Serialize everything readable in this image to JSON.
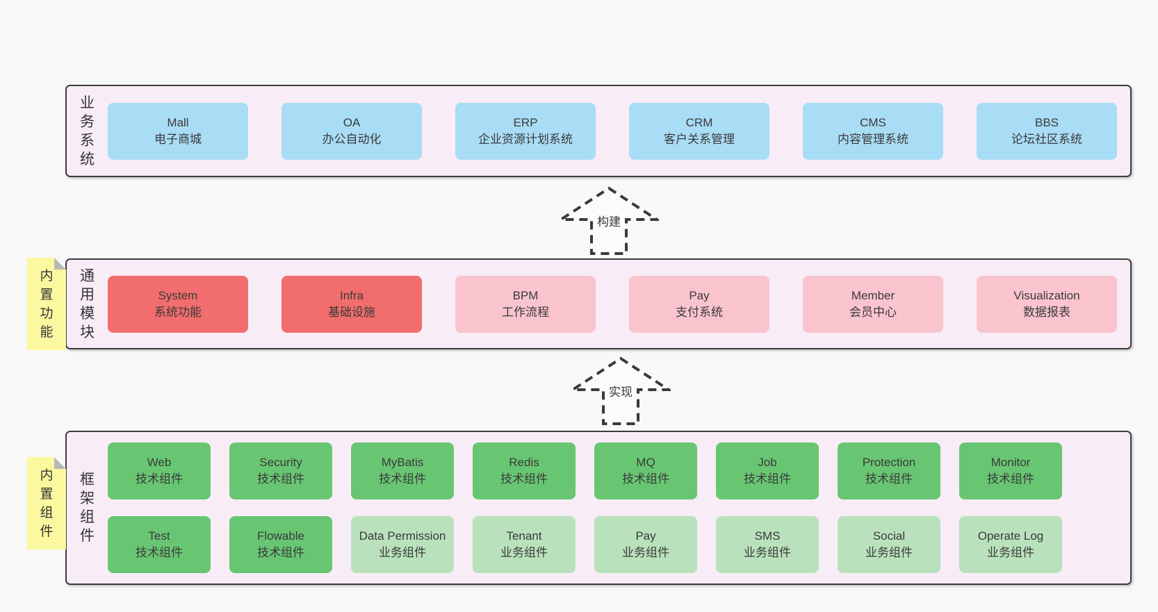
{
  "colors": {
    "page_bg": "#f8f8f8",
    "panel_bg": "#f8edf6",
    "panel_border": "#3c3c3c",
    "box_blue": "#a9dcf5",
    "box_red": "#f26d6d",
    "box_pink": "#f9c4cd",
    "box_green": "#68c673",
    "box_green_light": "#b9e2bc",
    "sticky_yellow": "#fbf8a0",
    "text": "#3a3a3a"
  },
  "arrows": [
    {
      "label": "构建"
    },
    {
      "label": "实现"
    }
  ],
  "layers": [
    {
      "label": "业务系统",
      "boxes": [
        {
          "title": "Mall",
          "subtitle": "电子商城"
        },
        {
          "title": "OA",
          "subtitle": "办公自动化"
        },
        {
          "title": "ERP",
          "subtitle": "企业资源计划系统"
        },
        {
          "title": "CRM",
          "subtitle": "客户关系管理"
        },
        {
          "title": "CMS",
          "subtitle": "内容管理系统"
        },
        {
          "title": "BBS",
          "subtitle": "论坛社区系统"
        }
      ]
    },
    {
      "label": "通用模块",
      "sticky": "内置功能",
      "boxes": [
        {
          "title": "System",
          "subtitle": "系统功能"
        },
        {
          "title": "Infra",
          "subtitle": "基础设施"
        },
        {
          "title": "BPM",
          "subtitle": "工作流程"
        },
        {
          "title": "Pay",
          "subtitle": "支付系统"
        },
        {
          "title": "Member",
          "subtitle": "会员中心"
        },
        {
          "title": "Visualization",
          "subtitle": "数据报表"
        }
      ]
    },
    {
      "label": "框架组件",
      "sticky": "内置组件",
      "rows": [
        [
          {
            "title": "Web",
            "subtitle": "技术组件"
          },
          {
            "title": "Security",
            "subtitle": "技术组件"
          },
          {
            "title": "MyBatis",
            "subtitle": "技术组件"
          },
          {
            "title": "Redis",
            "subtitle": "技术组件"
          },
          {
            "title": "MQ",
            "subtitle": "技术组件"
          },
          {
            "title": "Job",
            "subtitle": "技术组件"
          },
          {
            "title": "Protection",
            "subtitle": "技术组件"
          },
          {
            "title": "Monitor",
            "subtitle": "技术组件"
          }
        ],
        [
          {
            "title": "Test",
            "subtitle": "技术组件"
          },
          {
            "title": "Flowable",
            "subtitle": "技术组件"
          },
          {
            "title": "Data Permission",
            "subtitle": "业务组件"
          },
          {
            "title": "Tenant",
            "subtitle": "业务组件"
          },
          {
            "title": "Pay",
            "subtitle": "业务组件"
          },
          {
            "title": "SMS",
            "subtitle": "业务组件"
          },
          {
            "title": "Social",
            "subtitle": "业务组件"
          },
          {
            "title": "Operate Log",
            "subtitle": "业务组件"
          }
        ]
      ]
    }
  ]
}
